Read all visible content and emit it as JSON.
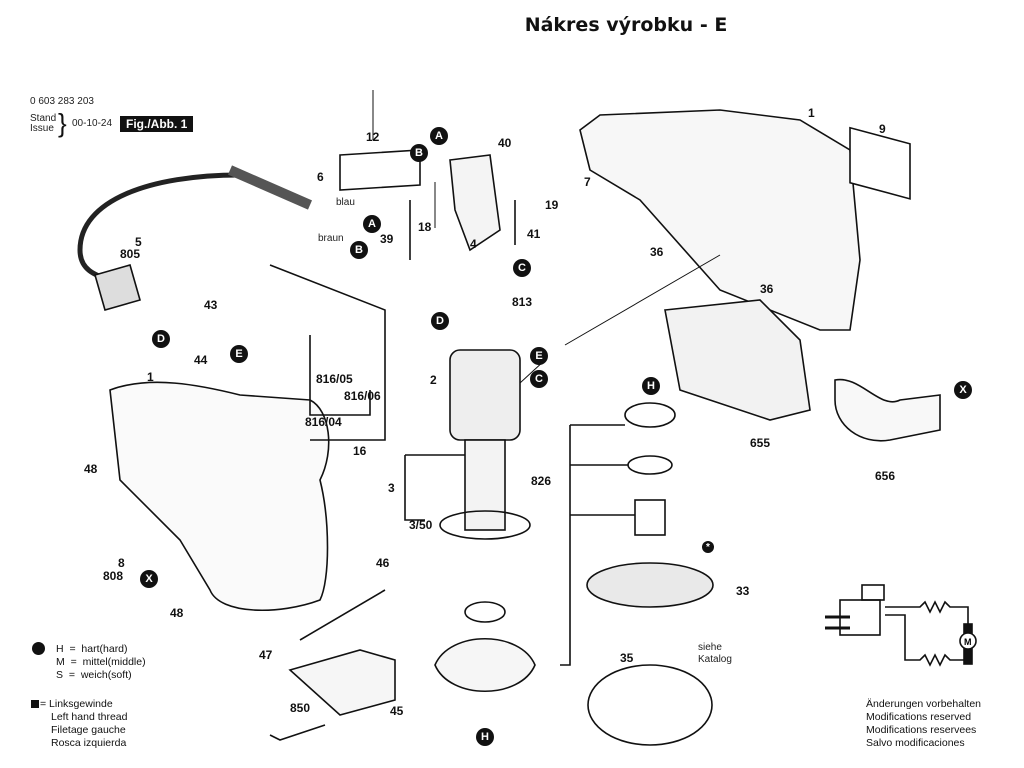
{
  "page": {
    "title": "Nákres výrobku - E",
    "part_number": "0 603 283 203",
    "stand_label": "Stand",
    "issue_label": "Issue",
    "date": "00-10-24",
    "fig_label": "Fig./Abb. 1"
  },
  "legend": {
    "hardness": [
      {
        "key": "H",
        "text": "hart(hard)"
      },
      {
        "key": "M",
        "text": "mittel(middle)"
      },
      {
        "key": "S",
        "text": "weich(soft)"
      }
    ],
    "eq": "=",
    "left_thread": [
      "= Linksgewinde",
      "Left hand thread",
      "Filetage gauche",
      "Rosca izquierda"
    ]
  },
  "footer_note": [
    "Änderungen vorbehalten",
    "Modifications reserved",
    "Modifications reservees",
    "Salvo modificaciones"
  ],
  "siehe_katalog": [
    "siehe",
    "Katalog"
  ],
  "wire_labels": {
    "blue": "blau",
    "brown": "braun"
  },
  "circuit": {
    "motor_label": "M"
  },
  "callouts": {
    "A": "A",
    "B": "B",
    "C": "C",
    "D": "D",
    "E": "E",
    "H": "H",
    "X": "X",
    "star": "*"
  },
  "parts": {
    "p1_top": "1",
    "p1_left": "1",
    "p2": "2",
    "p3": "3",
    "p3_50": "3/50",
    "p4": "4",
    "p5": "5",
    "p6": "6",
    "p7": "7",
    "p8": "8",
    "p9": "9",
    "p12": "12",
    "p16": "16",
    "p18": "18",
    "p19": "19",
    "p33": "33",
    "p35": "35",
    "p36a": "36",
    "p36b": "36",
    "p39": "39",
    "p40": "40",
    "p41": "41",
    "p43": "43",
    "p44": "44",
    "p45": "45",
    "p46": "46",
    "p47": "47",
    "p48a": "48",
    "p48b": "48",
    "p655": "655",
    "p656": "656",
    "p805": "805",
    "p808": "808",
    "p813": "813",
    "p816_04": "816/04",
    "p816_05": "816/05",
    "p816_06": "816/06",
    "p826": "826",
    "p850": "850"
  }
}
